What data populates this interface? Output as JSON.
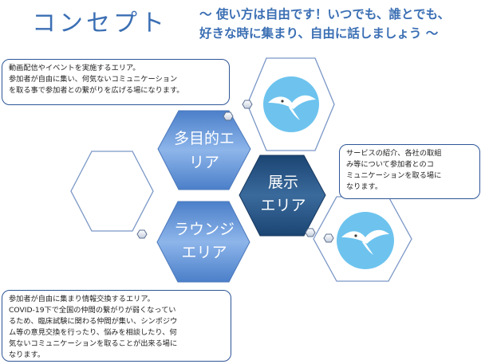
{
  "header": {
    "title": "コンセプト",
    "subtitle_line1": "～ 使い方は自由です！いつでも、誰とでも、",
    "subtitle_line2": "好きな時に集まり、自由に話しましょう ～"
  },
  "hexes": {
    "multipurpose": {
      "line1": "多目的エ",
      "line2": "リア"
    },
    "exhibition": {
      "line1": "展示",
      "line2": "エリア"
    },
    "lounge": {
      "line1": "ラウンジ",
      "line2": "エリア"
    }
  },
  "callouts": {
    "multipurpose": "動画配信やイベントを実施するエリア。\n参加者が自由に集い、何気ないコミュニケーション\nを取る事で参加者との繋がりを広げる場になります。",
    "exhibition": "サービスの紹介、各社の取組\nみ等について参加者とのコ\nミュニケーションを取る場に\nなります。",
    "lounge": "参加者が自由に集まり情報交換するエリア。\nCOVID-19下で全国の仲間の繋がりが弱くなってい\nるため、臨床試験に関わる仲間が集い、シンポジウ\nム等の意見交換を行ったり、悩みを相談したり、何\n気ないコミュニケーションを取ることが出来る場に\nなります。"
  },
  "colors": {
    "title": "#3b6fb4",
    "hex_light": "#5b8ed6",
    "hex_dark": "#1f4e79",
    "outline": "#7a96c6",
    "photo_circle": "#6dc3ee"
  },
  "icons": [
    "bird-photo-icon",
    "hex-connector-icon"
  ]
}
